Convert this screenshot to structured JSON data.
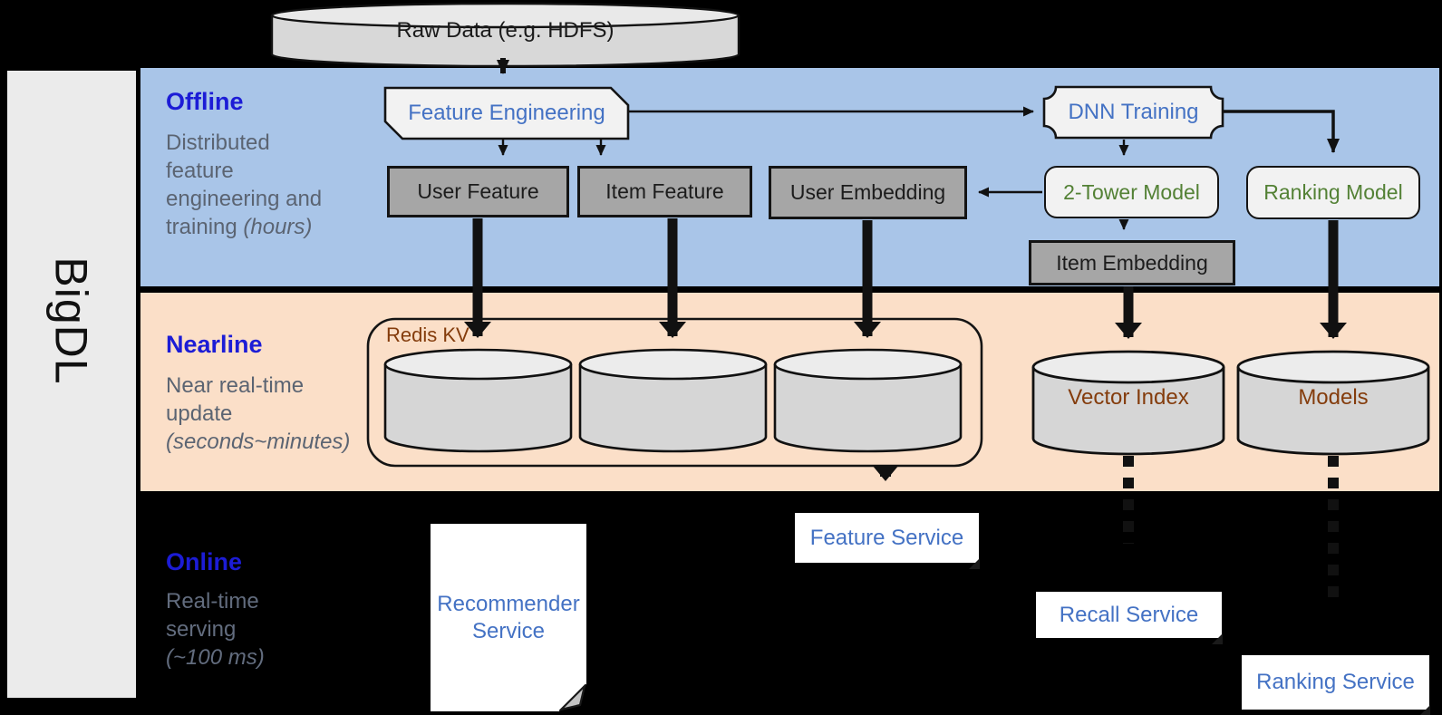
{
  "palette": {
    "background": "#000000",
    "offline_band": "#a9c5e8",
    "nearline_band": "#fbdfc8",
    "sidebar_gray": "#ebebeb",
    "dark_node_gray": "#a6a6a6",
    "light_node_gray": "#f2f2f2",
    "cylinder_gray": "#d8d8d8",
    "band_title_blue": "#1c1cd6",
    "node_text_blue": "#4472c4",
    "model_text_green": "#538135",
    "storage_text_brown": "#843c0c",
    "subtitle_gray": "#5b6472"
  },
  "sidebar": {
    "brand": "BigDL"
  },
  "source": {
    "label": "Raw Data (e.g. HDFS)"
  },
  "bands": {
    "offline": {
      "title": "Offline",
      "sub1": "Distributed",
      "sub2": "feature",
      "sub3": "engineering and",
      "sub4": "training ",
      "sub4_italic": "(hours)"
    },
    "nearline": {
      "title": "Nearline",
      "sub1": "Near real-time",
      "sub2": "update",
      "sub3_italic": "(seconds~minutes)"
    },
    "online": {
      "title": "Online",
      "sub1": "Real-time",
      "sub2": "serving",
      "sub3_italic": "(~100 ms)"
    }
  },
  "nodes": {
    "feature_engineering": "Feature Engineering",
    "dnn_training": "DNN Training",
    "user_feature": "User Feature",
    "item_feature": "Item Feature",
    "user_embedding": "User Embedding",
    "two_tower_model": "2-Tower Model",
    "ranking_model": "Ranking Model",
    "item_embedding": "Item Embedding",
    "redis_kv": "Redis KV",
    "vector_index": "Vector Index",
    "models": "Models",
    "recommender_line1": "Recommender",
    "recommender_line2": "Service",
    "feature_service": "Feature Service",
    "recall_service": "Recall Service",
    "ranking_service": "Ranking Service"
  },
  "edges": [
    {
      "from": "Raw Data (e.g. HDFS)",
      "to": "Feature Engineering",
      "style": "solid"
    },
    {
      "from": "Feature Engineering",
      "to": "User Feature",
      "style": "solid"
    },
    {
      "from": "Feature Engineering",
      "to": "Item Feature",
      "style": "solid"
    },
    {
      "from": "Feature Engineering",
      "to": "DNN Training",
      "style": "solid"
    },
    {
      "from": "DNN Training",
      "to": "2-Tower Model",
      "style": "solid"
    },
    {
      "from": "DNN Training",
      "to": "Ranking Model",
      "style": "solid"
    },
    {
      "from": "2-Tower Model",
      "to": "User Embedding",
      "style": "solid"
    },
    {
      "from": "2-Tower Model",
      "to": "Item Embedding",
      "style": "solid"
    },
    {
      "from": "User Feature",
      "to": "Redis KV",
      "style": "thick"
    },
    {
      "from": "Item Feature",
      "to": "Redis KV",
      "style": "thick"
    },
    {
      "from": "User Embedding",
      "to": "Redis KV",
      "style": "thick"
    },
    {
      "from": "Item Embedding",
      "to": "Vector Index",
      "style": "thick"
    },
    {
      "from": "Ranking Model",
      "to": "Models",
      "style": "thick"
    },
    {
      "from": "Redis KV",
      "to": "Feature Service",
      "style": "dashed"
    },
    {
      "from": "Vector Index",
      "to": "Recall Service",
      "style": "dashed"
    },
    {
      "from": "Models",
      "to": "Ranking Service",
      "style": "dashed"
    }
  ]
}
